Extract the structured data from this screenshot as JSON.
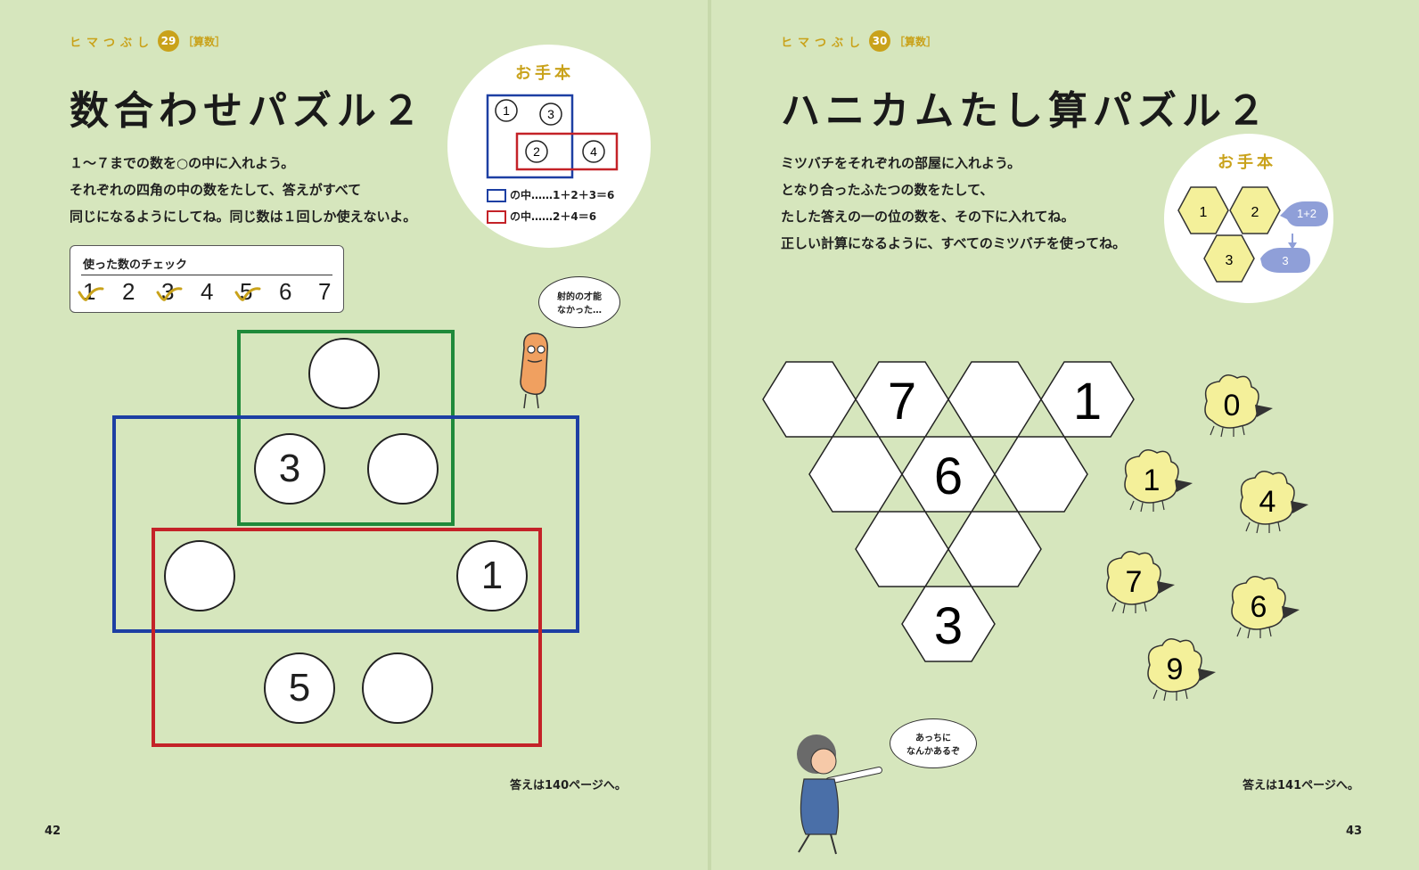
{
  "left_page": {
    "series_label": "ヒマつぶし",
    "series_number": "29",
    "subject": "［算数］",
    "title": "数合わせパズル２",
    "instructions": [
      "１～７までの数を○の中に入れよう。",
      "それぞれの四角の中の数をたして、答えがすべて",
      "同じになるようにしてね。同じ数は１回しか使えないよ。"
    ],
    "sample": {
      "title": "お手本",
      "circles": [
        "1",
        "3",
        "2",
        "4"
      ],
      "legend_blue": "の中……1＋2＋3＝6",
      "legend_red": "の中……2＋4＝6",
      "colors": {
        "blue": "#1d3fa3",
        "red": "#c42228"
      }
    },
    "check": {
      "title": "使った数のチェック",
      "numbers": [
        "1",
        "2",
        "3",
        "4",
        "5",
        "6",
        "7"
      ],
      "checked": [
        "1",
        "3",
        "5"
      ],
      "check_color": "#c9a21a"
    },
    "puzzle": {
      "slots": [
        "",
        "3",
        "",
        "",
        "1",
        "5",
        ""
      ],
      "colors": {
        "green": "#1f8a3a",
        "blue": "#1d3fa3",
        "red": "#c42228"
      }
    },
    "speech": [
      "射的の才能",
      "なかった…"
    ],
    "answer_note": "答えは140ページへ。",
    "page_number": "42"
  },
  "right_page": {
    "series_label": "ヒマつぶし",
    "series_number": "30",
    "subject": "［算数］",
    "title": "ハニカムたし算パズル２",
    "instructions": [
      "ミツバチをそれぞれの部屋に入れよう。",
      "となり合ったふたつの数をたして、",
      "たした答えの一の位の数を、その下に入れてね。",
      "正しい計算になるように、すべてのミツバチを使ってね。"
    ],
    "sample": {
      "title": "お手本",
      "bees": [
        "1",
        "2",
        "3"
      ],
      "bubble_sum": "1+2",
      "bubble_result": "3",
      "bubble_color": "#8f9fd8"
    },
    "honeycomb": {
      "row1": [
        "",
        "7",
        "",
        "1"
      ],
      "row2": [
        "",
        "6",
        ""
      ],
      "row3": [
        "",
        ""
      ],
      "row4": [
        "3"
      ]
    },
    "bees": [
      "0",
      "1",
      "4",
      "7",
      "6",
      "9"
    ],
    "bee_color": "#f4f09a",
    "speech": [
      "あっちに",
      "なんかあるぞ"
    ],
    "answer_note": "答えは141ページへ。",
    "page_number": "43"
  }
}
